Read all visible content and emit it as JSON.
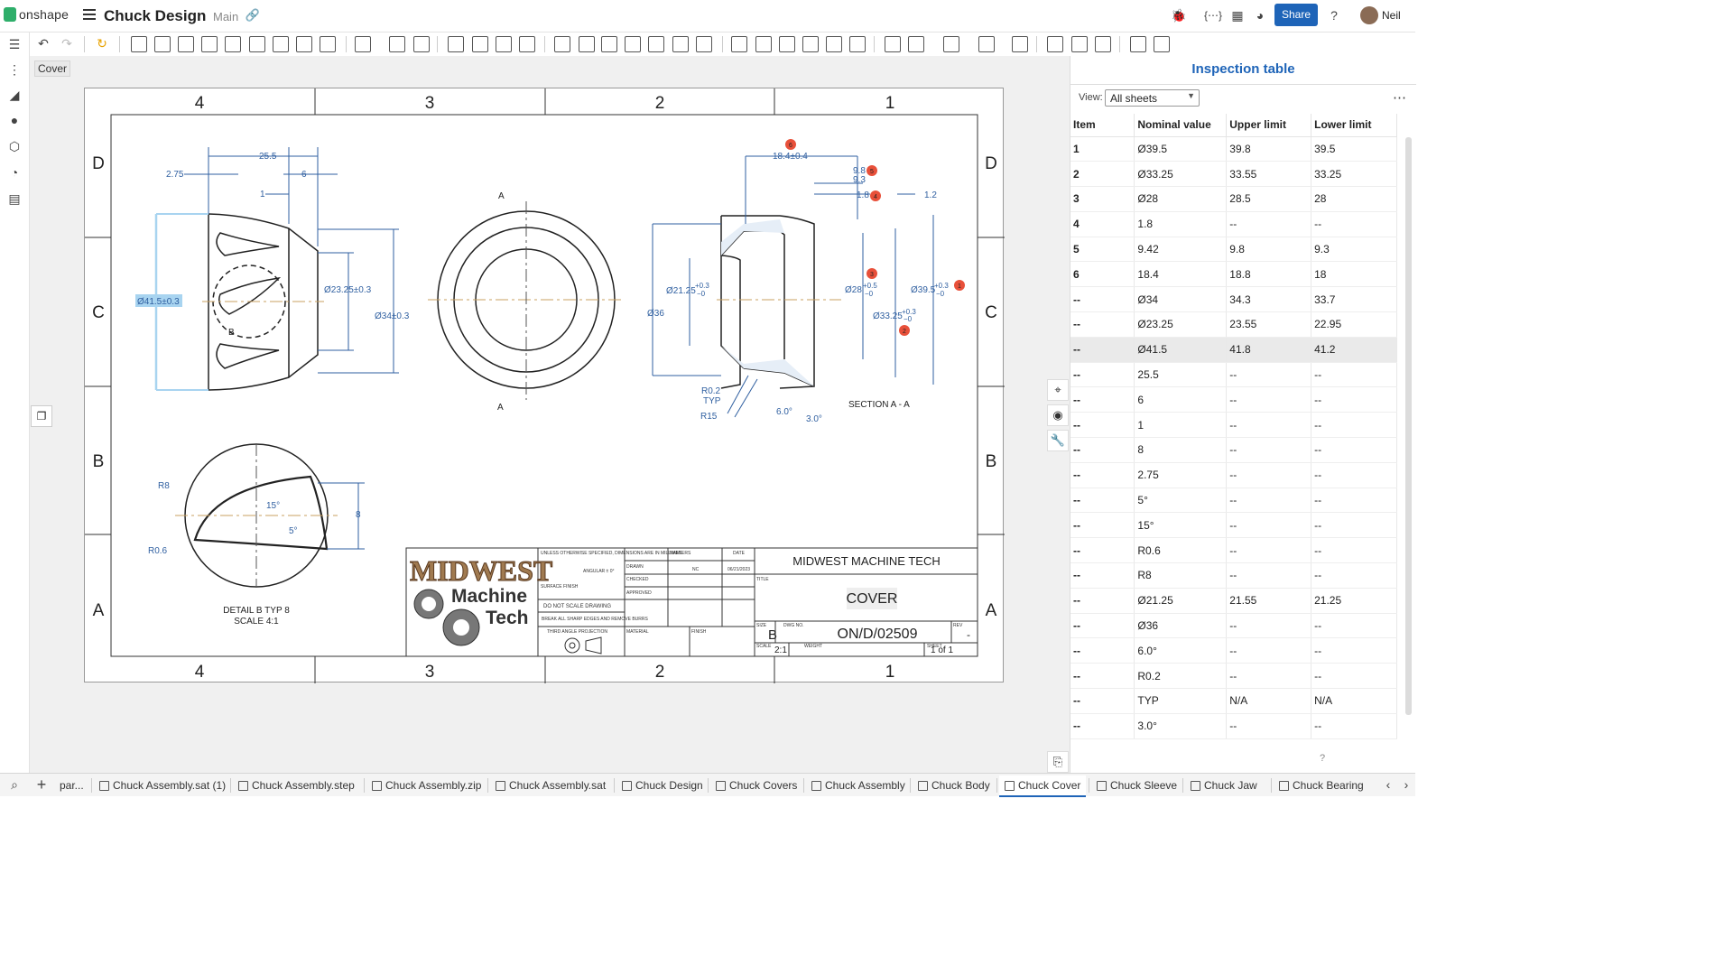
{
  "app": {
    "name": "onshape"
  },
  "header": {
    "doc_title": "Chuck Design",
    "branch": "Main",
    "share_label": "Share",
    "user": "Neil"
  },
  "canvas": {
    "tab_label": "Cover"
  },
  "drawing": {
    "zone_cols": [
      "4",
      "3",
      "2",
      "1"
    ],
    "zone_rows": [
      "D",
      "C",
      "B",
      "A"
    ],
    "dims_left": [
      "25.5",
      "2.75",
      "6",
      "1",
      "Ø41.5±0.3",
      "Ø23.25±0.3",
      "Ø34±0.3",
      "B"
    ],
    "section_labels": [
      "A",
      "A"
    ],
    "dims_right": [
      "18.4±0.4",
      "9.8",
      "9.3",
      "1.8",
      "1.2",
      "Ø21.25",
      "+0.3",
      "−0",
      "Ø28",
      "+0.5",
      "−0",
      "Ø36",
      "Ø39.5",
      "+0.3",
      "−0",
      "Ø33.25",
      "+0.3",
      "−0",
      "R0.2",
      "TYP",
      "R15",
      "6.0°",
      "3.0°",
      "SECTION A - A"
    ],
    "balloons": [
      "1",
      "2",
      "3",
      "4",
      "5",
      "6"
    ],
    "detail": {
      "r8": "R8",
      "r06": "R0.6",
      "a15": "15°",
      "a5": "5°",
      "h8": "8",
      "label": "DETAIL B TYP 8",
      "scale": "SCALE 4:1"
    },
    "title_block": {
      "logo_line1": "MIDWEST",
      "logo_line2": "Machine",
      "logo_line3": "Tech",
      "notes": "UNLESS OTHERWISE SPECIFIED, DIMENSIONS ARE IN MILLIMETERS",
      "angular": "ANGULAR ± 0°",
      "surface": "SURFACE FINISH",
      "noscale": "DO NOT SCALE DRAWING",
      "burrs": "BREAK ALL SHARP EDGES AND REMOVE BURRS",
      "projection": "THIRD ANGLE PROJECTION",
      "name_h": "NAME",
      "date_h": "DATE",
      "drawn": "DRAWN",
      "drawn_by": "NC",
      "drawn_date": "06/21/2023",
      "checked": "CHECKED",
      "approved": "APPROVED",
      "material": "MATERIAL",
      "finish": "FINISH",
      "company": "MIDWEST MACHINE TECH",
      "title_h": "TITLE",
      "title": "COVER",
      "size_h": "SIZE",
      "size": "B",
      "dwgno_h": "DWG NO.",
      "dwgno": "ON/D/02509",
      "rev_h": "REV",
      "rev": "-",
      "scale_h": "SCALE",
      "scale": "2:1",
      "weight_h": "WEIGHT",
      "sheet_h": "SHEET",
      "sheet": "1 of 1"
    }
  },
  "panel": {
    "title": "Inspection table",
    "view_label": "View:",
    "view_value": "All sheets",
    "columns": [
      "Item",
      "Nominal value",
      "Upper limit",
      "Lower limit"
    ],
    "rows": [
      [
        "1",
        "Ø39.5",
        "39.8",
        "39.5"
      ],
      [
        "2",
        "Ø33.25",
        "33.55",
        "33.25"
      ],
      [
        "3",
        "Ø28",
        "28.5",
        "28"
      ],
      [
        "4",
        "1.8",
        "--",
        "--"
      ],
      [
        "5",
        "9.42",
        "9.8",
        "9.3"
      ],
      [
        "6",
        "18.4",
        "18.8",
        "18"
      ],
      [
        "--",
        "Ø34",
        "34.3",
        "33.7"
      ],
      [
        "--",
        "Ø23.25",
        "23.55",
        "22.95"
      ],
      [
        "--",
        "Ø41.5",
        "41.8",
        "41.2"
      ],
      [
        "--",
        "25.5",
        "--",
        "--"
      ],
      [
        "--",
        "6",
        "--",
        "--"
      ],
      [
        "--",
        "1",
        "--",
        "--"
      ],
      [
        "--",
        "8",
        "--",
        "--"
      ],
      [
        "--",
        "2.75",
        "--",
        "--"
      ],
      [
        "--",
        "5°",
        "--",
        "--"
      ],
      [
        "--",
        "15°",
        "--",
        "--"
      ],
      [
        "--",
        "R0.6",
        "--",
        "--"
      ],
      [
        "--",
        "R8",
        "--",
        "--"
      ],
      [
        "--",
        "Ø21.25",
        "21.55",
        "21.25"
      ],
      [
        "--",
        "Ø36",
        "--",
        "--"
      ],
      [
        "--",
        "6.0°",
        "--",
        "--"
      ],
      [
        "--",
        "R0.2",
        "--",
        "--"
      ],
      [
        "--",
        "TYP",
        "N/A",
        "N/A"
      ],
      [
        "--",
        "3.0°",
        "--",
        "--"
      ]
    ]
  },
  "bottom_tabs": [
    "par...",
    "Chuck Assembly.sat (1)",
    "Chuck Assembly.step",
    "Chuck Assembly.zip",
    "Chuck Assembly.sat",
    "Chuck Design",
    "Chuck Covers",
    "Chuck Assembly",
    "Chuck Body",
    "Chuck Cover",
    "Chuck Sleeve",
    "Chuck Jaw",
    "Chuck Bearing"
  ],
  "active_tab": "Chuck Cover",
  "colors": {
    "accent": "#1e64b8",
    "dim": "#2f5fa0",
    "balloon": "#e8503a",
    "highlight": "#a8d4f0"
  }
}
